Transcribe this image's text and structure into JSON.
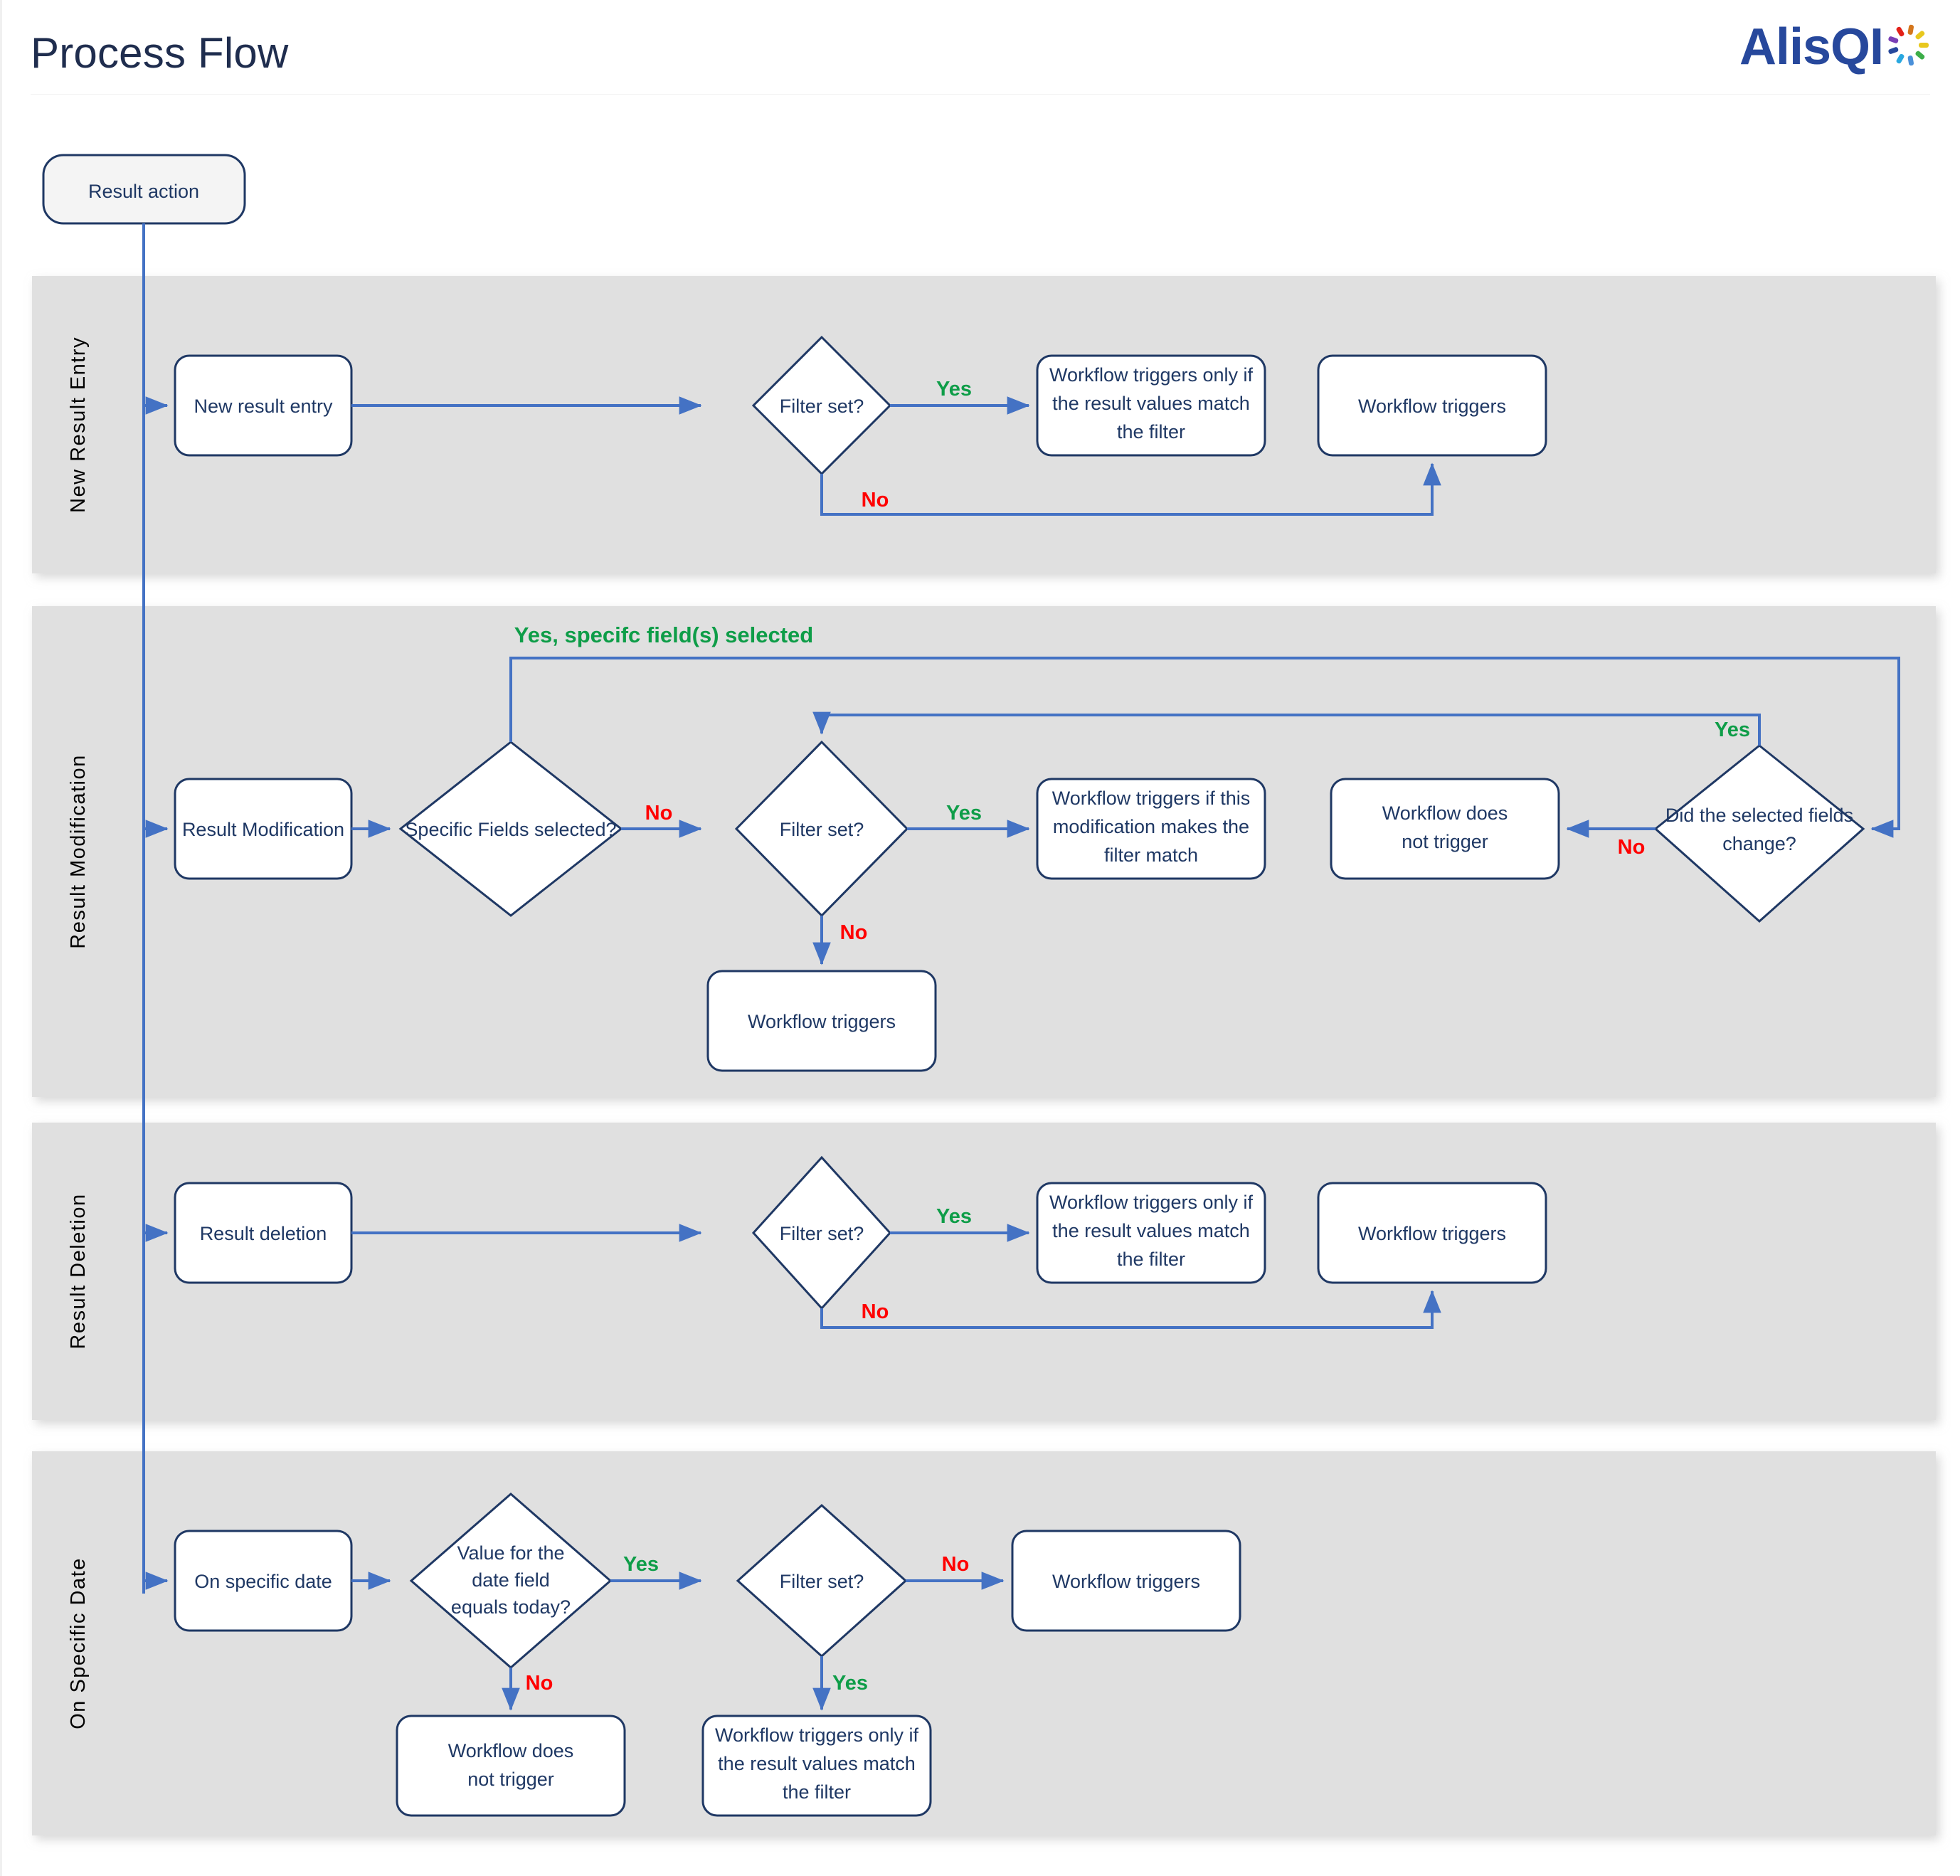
{
  "header": {
    "title": "Process Flow",
    "logo_text": "AlisQI",
    "logo_colors": [
      "#27489c",
      "#7a3fb5",
      "#e32119",
      "#d4761c",
      "#e8c81e",
      "#3dae49",
      "#2aa8e0",
      "#4a90d9"
    ]
  },
  "colors": {
    "band_bg": "#e0e0e0",
    "connector": "#4472C4",
    "shape_stroke": "#1F3864",
    "yes": "#0E9D48",
    "no": "#FF0000",
    "title": "#1f2d4e",
    "brand": "#27489c"
  },
  "start_node": {
    "label": "Result action"
  },
  "chart_data": {
    "type": "diagram",
    "title": "Process Flow",
    "lanes": [
      {
        "id": "new-result-entry",
        "label": "New Result Entry",
        "nodes": [
          {
            "id": "n1",
            "shape": "process",
            "label": "New result entry"
          },
          {
            "id": "n2",
            "shape": "decision",
            "label": "Filter set?"
          },
          {
            "id": "n3",
            "shape": "process",
            "label": "Workflow triggers only if the result values match the filter"
          },
          {
            "id": "n4",
            "shape": "process",
            "label": "Workflow triggers"
          }
        ],
        "edges": [
          {
            "from": "start",
            "to": "n1",
            "label": ""
          },
          {
            "from": "n1",
            "to": "n2",
            "label": ""
          },
          {
            "from": "n2",
            "to": "n3",
            "label": "Yes",
            "kind": "yes"
          },
          {
            "from": "n2",
            "to": "n4",
            "label": "No",
            "kind": "no"
          }
        ]
      },
      {
        "id": "result-modification",
        "label": "Result Modification",
        "nodes": [
          {
            "id": "m1",
            "shape": "process",
            "label": "Result Modification"
          },
          {
            "id": "m2",
            "shape": "decision",
            "label": "Specific Fields selected?"
          },
          {
            "id": "m3",
            "shape": "decision",
            "label": "Filter set?"
          },
          {
            "id": "m4",
            "shape": "process",
            "label": "Workflow triggers if this modification makes the filter match"
          },
          {
            "id": "m5",
            "shape": "process",
            "label": "Workflow does not trigger"
          },
          {
            "id": "m6",
            "shape": "decision",
            "label": "Did the selected fields change?"
          },
          {
            "id": "m7",
            "shape": "process",
            "label": "Workflow triggers"
          }
        ],
        "edges": [
          {
            "from": "start",
            "to": "m1",
            "label": ""
          },
          {
            "from": "m1",
            "to": "m2",
            "label": ""
          },
          {
            "from": "m2",
            "to": "m6",
            "label": "Yes,  specifc field(s) selected",
            "kind": "yes-long"
          },
          {
            "from": "m2",
            "to": "m3",
            "label": "No",
            "kind": "no"
          },
          {
            "from": "m3",
            "to": "m4",
            "label": "Yes",
            "kind": "yes"
          },
          {
            "from": "m3",
            "to": "m7",
            "label": "No",
            "kind": "no"
          },
          {
            "from": "m6",
            "to": "m5",
            "label": "No",
            "kind": "no"
          },
          {
            "from": "m6",
            "to": "m3",
            "label": "Yes",
            "kind": "yes"
          }
        ]
      },
      {
        "id": "result-deletion",
        "label": "Result Deletion",
        "nodes": [
          {
            "id": "d1",
            "shape": "process",
            "label": "Result deletion"
          },
          {
            "id": "d2",
            "shape": "decision",
            "label": "Filter set?"
          },
          {
            "id": "d3",
            "shape": "process",
            "label": "Workflow triggers only if the result values match the filter"
          },
          {
            "id": "d4",
            "shape": "process",
            "label": "Workflow triggers"
          }
        ],
        "edges": [
          {
            "from": "start",
            "to": "d1",
            "label": ""
          },
          {
            "from": "d1",
            "to": "d2",
            "label": ""
          },
          {
            "from": "d2",
            "to": "d3",
            "label": "Yes",
            "kind": "yes"
          },
          {
            "from": "d2",
            "to": "d4",
            "label": "No",
            "kind": "no"
          }
        ]
      },
      {
        "id": "on-specific-date",
        "label": "On Specific Date",
        "nodes": [
          {
            "id": "s1",
            "shape": "process",
            "label": "On specific date"
          },
          {
            "id": "s2",
            "shape": "decision",
            "label": "Value for the date field equals today?"
          },
          {
            "id": "s3",
            "shape": "decision",
            "label": "Filter set?"
          },
          {
            "id": "s4",
            "shape": "process",
            "label": "Workflow triggers"
          },
          {
            "id": "s5",
            "shape": "process",
            "label": "Workflow does not trigger"
          },
          {
            "id": "s6",
            "shape": "process",
            "label": "Workflow triggers only if the result values match the filter"
          }
        ],
        "edges": [
          {
            "from": "start",
            "to": "s1",
            "label": ""
          },
          {
            "from": "s1",
            "to": "s2",
            "label": ""
          },
          {
            "from": "s2",
            "to": "s3",
            "label": "Yes",
            "kind": "yes"
          },
          {
            "from": "s2",
            "to": "s5",
            "label": "No",
            "kind": "no"
          },
          {
            "from": "s3",
            "to": "s4",
            "label": "No",
            "kind": "no"
          },
          {
            "from": "s3",
            "to": "s6",
            "label": "Yes",
            "kind": "yes"
          }
        ]
      }
    ]
  },
  "lane_labels": {
    "l1": "New Result Entry",
    "l2": "Result Modification",
    "l3": "Result Deletion",
    "l4": "On Specific Date"
  },
  "nodes": {
    "start": "Result action",
    "n1": "New result entry",
    "n2": "Filter set?",
    "n3_l1": "Workflow triggers only if",
    "n3_l2": "the result values match",
    "n3_l3": "the filter",
    "n4": "Workflow triggers",
    "n_yes": "Yes",
    "n_no": "No",
    "m1": "Result Modification",
    "m2": "Specific Fields selected?",
    "m3": "Filter set?",
    "m4_l1": "Workflow triggers if this",
    "m4_l2": "modification makes the",
    "m4_l3": "filter match",
    "m5_l1": "Workflow does",
    "m5_l2": "not trigger",
    "m6_l1": "Did the selected fields",
    "m6_l2": "change?",
    "m7": "Workflow triggers",
    "m_branch_long": "Yes,  specifc field(s) selected",
    "m_no1": "No",
    "m_yes1": "Yes",
    "m_no2": "No",
    "m_no3": "No",
    "m_yes2": "Yes",
    "d1": "Result deletion",
    "d2": "Filter set?",
    "d3_l1": "Workflow triggers only if",
    "d3_l2": "the result values match",
    "d3_l3": "the filter",
    "d4": "Workflow triggers",
    "d_yes": "Yes",
    "d_no": "No",
    "s1": "On specific date",
    "s2_l1": "Value for the",
    "s2_l2": "date field",
    "s2_l3": "equals today?",
    "s3": "Filter set?",
    "s4": "Workflow triggers",
    "s5_l1": "Workflow does",
    "s5_l2": "not trigger",
    "s6_l1": "Workflow triggers only if",
    "s6_l2": "the result values match",
    "s6_l3": "the filter",
    "s_yes1": "Yes",
    "s_no1": "No",
    "s_no2": "No",
    "s_yes2": "Yes"
  }
}
